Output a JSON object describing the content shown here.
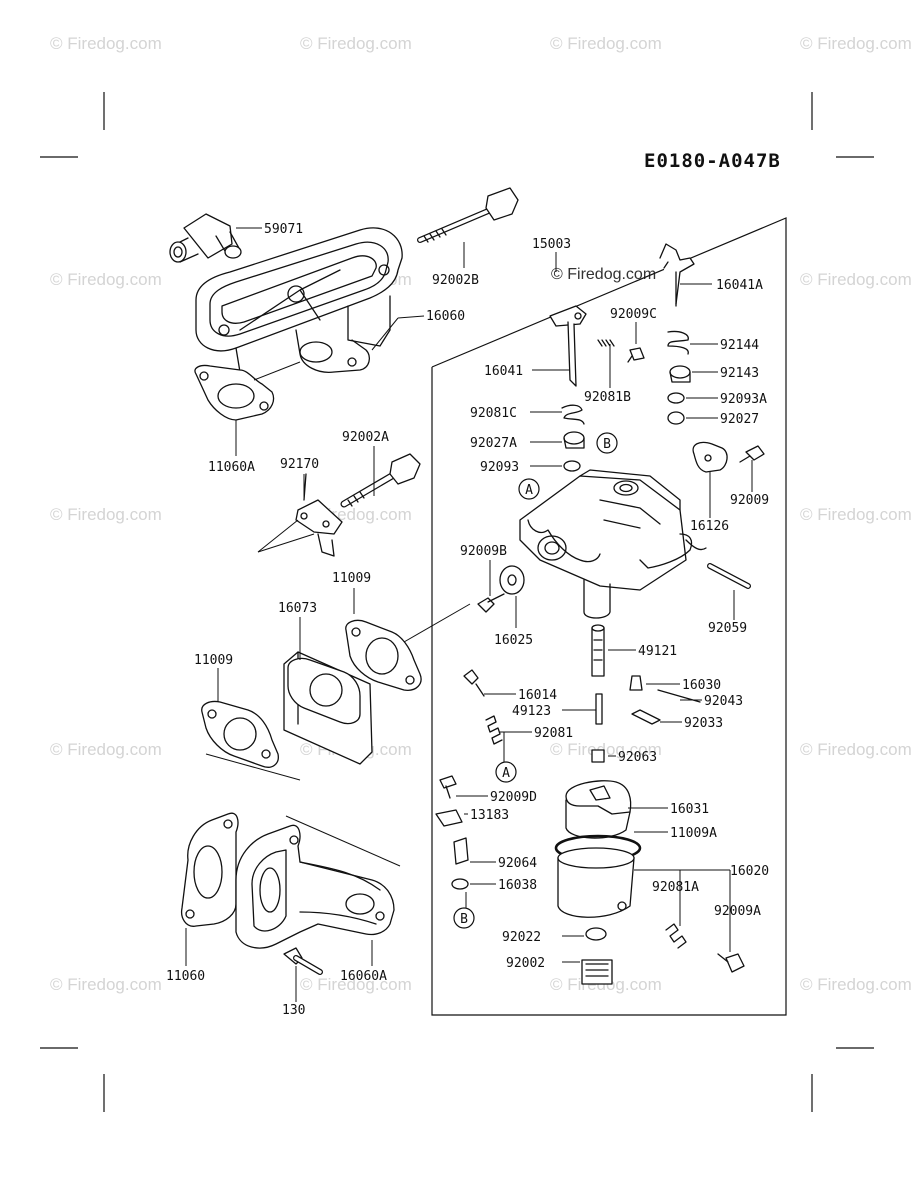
{
  "diagram_code": "E0180-A047B",
  "watermark_text": "© Firedog.com",
  "colors": {
    "line": "#111111",
    "watermark": "#d4d4d4",
    "background": "#ffffff"
  },
  "parts": {
    "p59071": "59071",
    "p92002B": "92002B",
    "p16060": "16060",
    "p11060A": "11060A",
    "p92002A": "92002A",
    "p92170": "92170",
    "p11009_top": "11009",
    "p16073": "16073",
    "p11009_left": "11009",
    "p11060": "11060",
    "p130": "130",
    "p16060A": "16060A",
    "p15003": "15003",
    "p16041A": "16041A",
    "p92009C": "92009C",
    "p92144": "92144",
    "p16041": "16041",
    "p92081B": "92081B",
    "p92143": "92143",
    "p92081C": "92081C",
    "p92093A": "92093A",
    "p92027": "92027",
    "p92027A": "92027A",
    "p92093": "92093",
    "p92009_right": "92009",
    "p16126": "16126",
    "p92009B": "92009B",
    "p16025": "16025",
    "p92059": "92059",
    "p49121": "49121",
    "p16014": "16014",
    "p16030": "16030",
    "p49123": "49123",
    "p92043": "92043",
    "p92081": "92081",
    "p92033": "92033",
    "p92063": "92063",
    "p92009D": "92009D",
    "p13183": "13183",
    "p16031": "16031",
    "p11009A": "11009A",
    "p92064": "92064",
    "p16020": "16020",
    "p16038": "16038",
    "p92081A": "92081A",
    "p92009A": "92009A",
    "p92022": "92022",
    "p92002": "92002"
  },
  "callouts": {
    "A": "A",
    "B": "B"
  }
}
